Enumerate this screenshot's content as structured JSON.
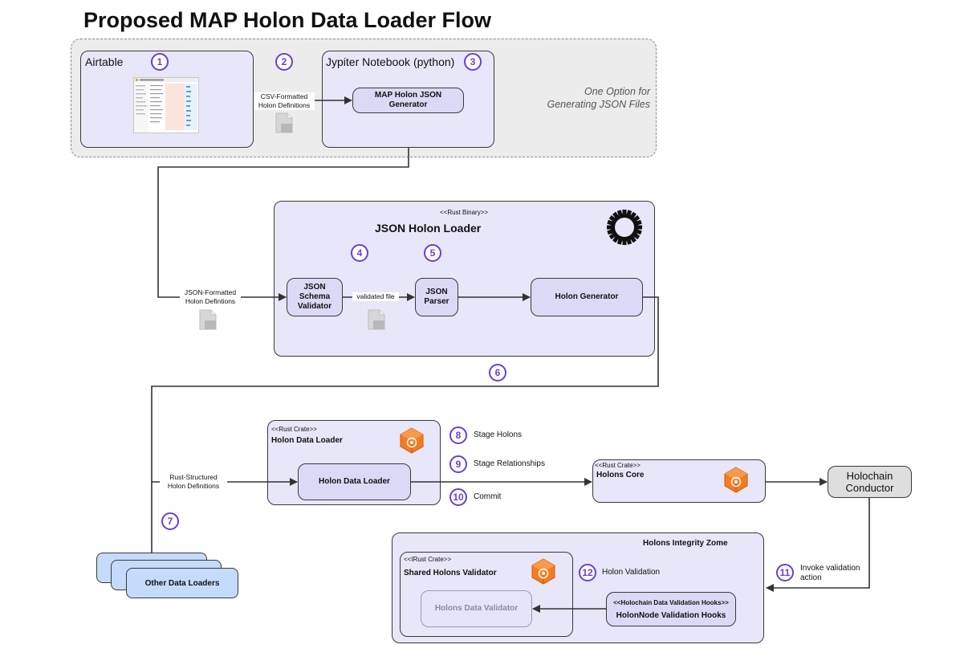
{
  "title": "Proposed MAP Holon Data Loader Flow",
  "colors": {
    "badge": "#6a3fd6",
    "box_fill": "#e8e6f9",
    "inner_fill": "#dcd9f6",
    "crate_orange": "#f47c20",
    "loader_blue": "#c4dbfb",
    "group_fill": "#ececec"
  },
  "group": {
    "note": "One Option for Generating JSON Files",
    "note_line1": "One Option for",
    "note_line2": "Generating JSON Files"
  },
  "airtable": {
    "label": "Airtable",
    "step": "1"
  },
  "csv_edge": {
    "step": "2",
    "line1": "CSV-Formatted",
    "line2": "Holon Definitions",
    "icon": "document-icon"
  },
  "jupyter": {
    "label": "Jypiter Notebook (python)",
    "step": "3",
    "generator_line1": "MAP Holon JSON",
    "generator_line2": "Generator"
  },
  "json_loader": {
    "stereotype": "<<Rust Binary>>",
    "label": "JSON Holon Loader",
    "icon": "gear-icon",
    "step_validator": "4",
    "step_parser": "5",
    "validator_line1": "JSON",
    "validator_line2": "Schema",
    "validator_line3": "Validator",
    "validated_file": "validated file",
    "parser_line1": "JSON",
    "parser_line2": "Parser",
    "generator": "Holon Generator"
  },
  "json_edge": {
    "line1": "JSON-Formatted",
    "line2": "Holon Defintions"
  },
  "step6": "6",
  "step7": "7",
  "rust_edge": {
    "line1": "Rust-Structured",
    "line2": "Holon Definitions"
  },
  "holon_data_loader": {
    "stereotype": "<<Rust Crate>>",
    "label": "Holon Data Loader",
    "inner": "Holon Data Loader",
    "icon": "rust-crate-icon"
  },
  "steps_right": [
    {
      "num": "8",
      "label": "Stage Holons"
    },
    {
      "num": "9",
      "label": "Stage Relationships"
    },
    {
      "num": "10",
      "label": "Commit"
    }
  ],
  "holons_core": {
    "stereotype": "<<Rust Crate>>",
    "label": "Holons Core",
    "icon": "rust-crate-icon"
  },
  "conductor": {
    "line1": "Holochain",
    "line2": "Conductor"
  },
  "other_loaders": {
    "label": "Other Data Loaders"
  },
  "integrity": {
    "label": "Holons Integrity Zome",
    "shared_stereotype": "<<IRust Crate>>",
    "shared_label": "Shared Holons Validator",
    "data_validator": "Holons Data Validator",
    "step12": "12",
    "step12_label": "Holon Validation",
    "hooks_stereotype": "<<Holochain Data Validation Hooks>>",
    "hooks_label": "HolonNode Validation Hooks"
  },
  "step11": {
    "num": "11",
    "line1": "Invoke validation",
    "line2": "action"
  }
}
